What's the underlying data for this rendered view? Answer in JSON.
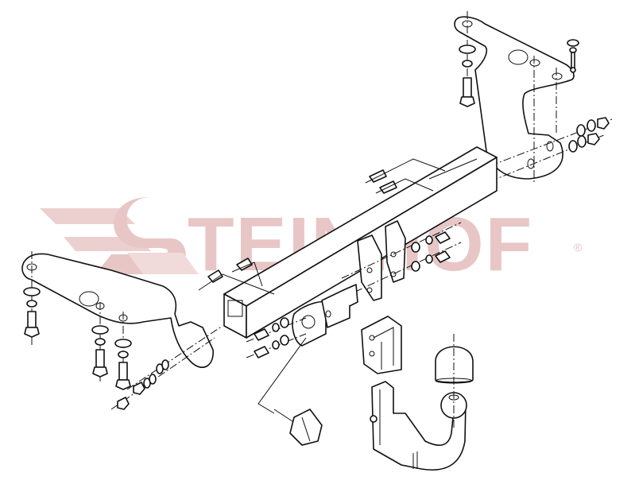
{
  "watermark": {
    "brand": "STEINHOF",
    "letters_after_logo": "TEINHOF",
    "registered_mark": "®",
    "color": "#e8c6c6"
  },
  "diagram": {
    "type": "exploded-assembly-drawing",
    "subject": "tow bar / towing hitch assembly",
    "parts": [
      {
        "id": "right-mounting-bracket",
        "location": "top-right"
      },
      {
        "id": "left-mounting-bracket",
        "location": "left"
      },
      {
        "id": "main-cross-beam",
        "location": "center"
      },
      {
        "id": "socket-plate",
        "location": "center-lower"
      },
      {
        "id": "tow-ball-holder",
        "location": "lower-center"
      },
      {
        "id": "detachable-tow-ball-neck",
        "location": "bottom-right"
      },
      {
        "id": "ball-cover-cap",
        "location": "right-lower"
      },
      {
        "id": "electrical-socket",
        "location": "bottom-center"
      },
      {
        "id": "bolts-washers-nuts",
        "location": "various"
      }
    ],
    "line_color": "#111111",
    "background": "#ffffff"
  }
}
